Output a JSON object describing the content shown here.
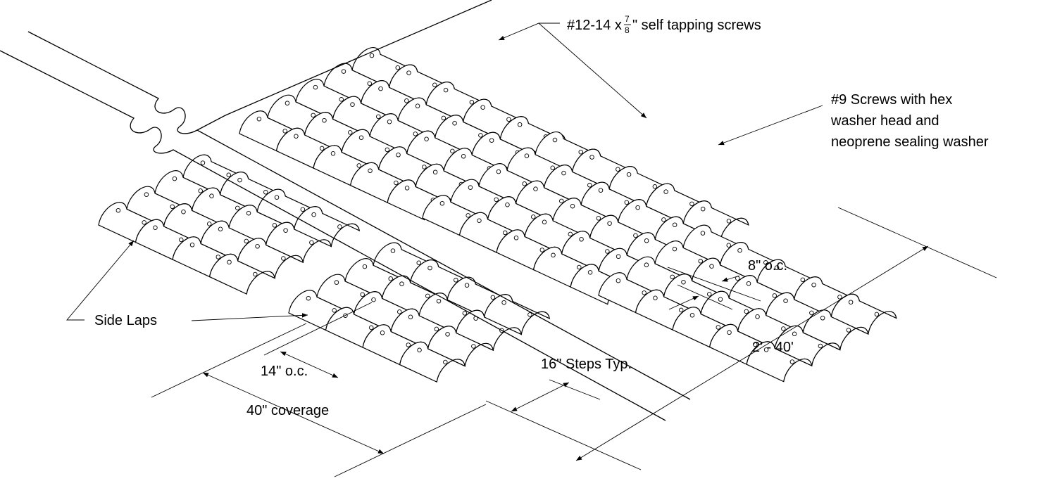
{
  "labels": {
    "self_tapping": "#12-14 x 7/8\" self tapping screws",
    "self_tapping_prefix": "#12-14 x ",
    "self_tapping_num": "7",
    "self_tapping_den": "8",
    "self_tapping_suffix": "\" self tapping screws",
    "hex_screws_line1": "#9 Screws with hex",
    "hex_screws_line2": "washer head and",
    "hex_screws_line3": "neoprene sealing washer",
    "side_laps": "Side Laps",
    "spacing_8": "8\" o.c.",
    "spacing_14": "14\" o.c.",
    "steps": "16\" Steps Typ.",
    "length": "2' - 40'",
    "coverage": "40\" coverage"
  }
}
